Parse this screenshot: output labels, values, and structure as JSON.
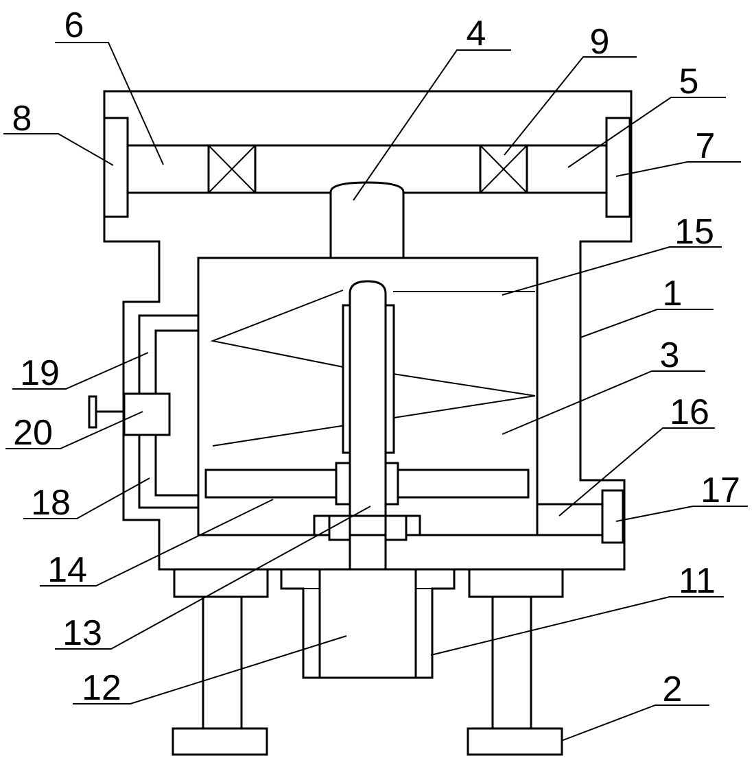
{
  "labels": {
    "l1": "1",
    "l2": "2",
    "l3": "3",
    "l4": "4",
    "l5": "5",
    "l6": "6",
    "l7": "7",
    "l8": "8",
    "l9": "9",
    "l11": "11",
    "l12": "12",
    "l13": "13",
    "l14": "14",
    "l15": "15",
    "l16": "16",
    "l17": "17",
    "l18": "18",
    "l19": "19",
    "l20": "20"
  }
}
